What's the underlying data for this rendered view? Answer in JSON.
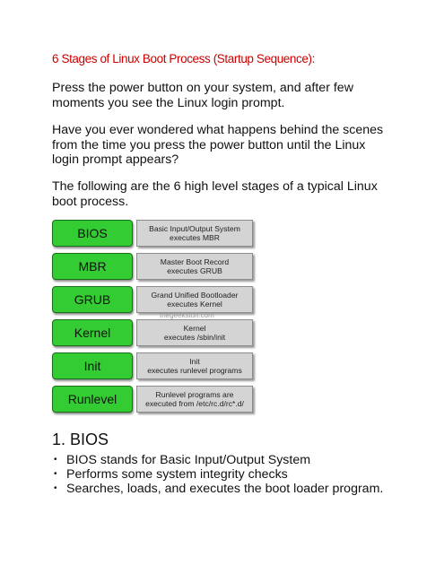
{
  "title": "6 Stages of Linux Boot Process (Startup Sequence):",
  "paragraphs": [
    "Press the power button on your system, and after few moments you see the Linux login prompt.",
    "Have you ever wondered what happens behind the scenes from the time you press the power button until the Linux login prompt appears?",
    "The following are the 6 high level stages of a typical Linux boot process."
  ],
  "stages": [
    {
      "name": "BIOS",
      "desc_line1": "Basic Input/Output System",
      "desc_line2": "executes MBR"
    },
    {
      "name": "MBR",
      "desc_line1": "Master Boot Record",
      "desc_line2": "executes GRUB"
    },
    {
      "name": "GRUB",
      "desc_line1": "Grand Unified Bootloader",
      "desc_line2": "executes Kernel"
    },
    {
      "name": "Kernel",
      "desc_line1": "Kernel",
      "desc_line2": "executes /sbin/init"
    },
    {
      "name": "Init",
      "desc_line1": "Init",
      "desc_line2": "executes runlevel programs"
    },
    {
      "name": "Runlevel",
      "desc_line1": "Runlevel programs are",
      "desc_line2": "executed from /etc/rc.d/rc*.d/"
    }
  ],
  "watermark": "thegeekstuff.com",
  "section": {
    "heading": "1. BIOS",
    "bullet_glyph": "•",
    "bullets": [
      "BIOS stands for Basic Input/Output System",
      "Performs some system integrity checks",
      "Searches, loads, and executes the boot loader program."
    ]
  },
  "colors": {
    "title": "#cc0000",
    "stage_box": "#33cc33",
    "desc_box": "#d4d4d4"
  }
}
